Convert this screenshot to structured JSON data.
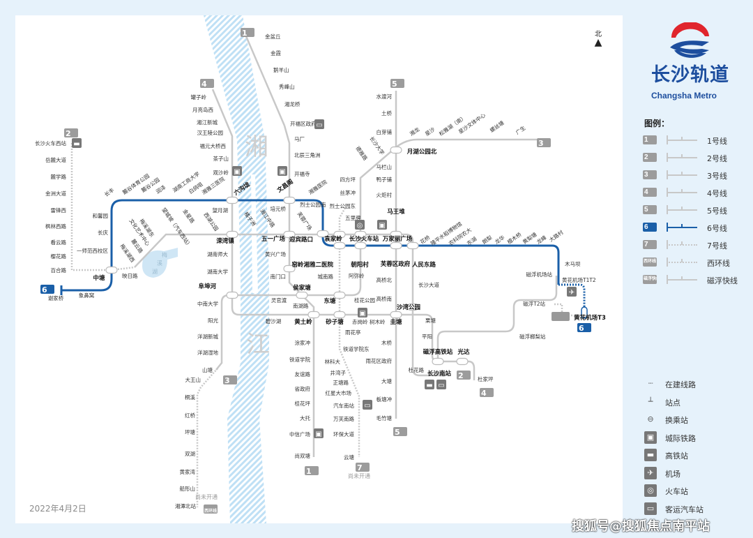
{
  "brand": {
    "name_cn": "长沙轨道",
    "name_en": "Changsha Metro",
    "colors": {
      "logo_red": "#e0252c",
      "logo_blue": "#1d4e9e"
    }
  },
  "map": {
    "date": "2022年4月2日",
    "north": "北",
    "river_chars": [
      "湘",
      "江"
    ],
    "lake_chars": [
      "梅",
      "溪",
      "湖"
    ],
    "not_open": "尚未开通",
    "colors": {
      "line6": "#1a5fa8",
      "other_lines": "#c8c8c8",
      "river": "#bfe0f5"
    },
    "badges": [
      {
        "line": "1",
        "label": "1号线"
      },
      {
        "line": "1",
        "label": "1号线"
      },
      {
        "line": "2",
        "label": "2号线"
      },
      {
        "line": "2",
        "label": "2号线"
      },
      {
        "line": "3",
        "label": "3号线"
      },
      {
        "line": "3",
        "label": "3号线"
      },
      {
        "line": "4",
        "label": "4号线"
      },
      {
        "line": "4",
        "label": "4号线"
      },
      {
        "line": "5",
        "label": "5号线"
      },
      {
        "line": "5",
        "label": "5号线"
      },
      {
        "line": "6",
        "label": "6号线"
      },
      {
        "line": "6",
        "label": "6号线"
      },
      {
        "line": "7",
        "label": "7号线"
      },
      {
        "line": "西环线",
        "label": "西环线"
      },
      {
        "line": "磁浮快线",
        "label": "磁浮快线"
      }
    ],
    "stations": {
      "line1": [
        "金盆丘",
        "金霞",
        "鹅羊山",
        "秀峰山",
        "湘龙桥",
        "开福区政府",
        "马厂",
        "北辰三角洲",
        "开福寺",
        "文昌阁",
        "培元桥",
        "五一广场",
        "黄兴广场",
        "南门口",
        "侯家塘",
        "南湖路",
        "黄土岭",
        "涂家冲",
        "铁道学院",
        "友谊路",
        "省政府",
        "桂花坪",
        "大托",
        "中信广场",
        "尚双塘"
      ],
      "line2": [
        "长沙火车西站",
        "岳麓大道",
        "麓学路",
        "金洲大道",
        "雷锋西",
        "枫林西路",
        "看云路",
        "樱花路",
        "百合路",
        "梅溪湖西",
        "麓云路",
        "文化艺术中心",
        "梅溪湖东",
        "望城坡（汽车西站）",
        "金星路",
        "西湖公园",
        "溁湾镇",
        "橘子洲",
        "湘江中路",
        "芙蓉广场",
        "迎宾路口",
        "袁家岭",
        "长沙火车站",
        "万家丽广场",
        "长沙大道",
        "沙湾公园",
        "栗塘",
        "平阳",
        "磁浮高铁站",
        "光达",
        "映日路"
      ],
      "line3": [
        "山塘",
        "洋湖湿地",
        "洋湖新城",
        "阳光",
        "中南大学",
        "阜埠河",
        "灵官渡",
        "东塘",
        "桂花公园",
        "阿弥岭",
        "城南路",
        "五里牌",
        "烈士公园东",
        "丝茅冲",
        "四方坪",
        "德雅路",
        "长沙大学",
        "月湖公园北",
        "湘龙",
        "星沙",
        "松雅湖（南）",
        "星沙文体中心",
        "螺丝塘",
        "广生"
      ],
      "line4": [
        "罐子岭",
        "月亮岛西",
        "湘江新城",
        "汉王陵公园",
        "福元大桥西",
        "茶子山",
        "观沙岭",
        "望月湖",
        "湖南师大",
        "湖南大学",
        "碧沙湖",
        "砂子塘",
        "赤岗岭",
        "树木岭",
        "圭塘",
        "杜花路",
        "长沙南站",
        "杜家坪"
      ],
      "line5": [
        "水渡河",
        "土桥",
        "白芽铺",
        "马栏山",
        "鸭子铺",
        "火炬村",
        "马王堆",
        "芙蓉区政府",
        "高桥北",
        "高桥南",
        "木桥",
        "雨花区政府",
        "大塘",
        "板塘冲",
        "毛竹塘"
      ],
      "line6": [
        "谢家桥",
        "象鼻窝",
        "中塘",
        "一师范西校区",
        "长庆",
        "和馨园",
        "长丰",
        "麓谷体育公园",
        "麓谷公园",
        "润泽",
        "湖南工商大学",
        "白鸽咀",
        "湘雅三医院",
        "六沟垅",
        "湘雅医院",
        "烈士公园南",
        "窑岭湘雅二医院",
        "朝阳村",
        "人民东路",
        "花桥",
        "隆平水稻博物馆",
        "农科院农大",
        "东湖",
        "朗梨",
        "龙华",
        "檀木桥",
        "黄梨塘",
        "龙峰",
        "大路村",
        "木马坝",
        "黄花机场T1T2",
        "黄花机场T3"
      ],
      "line7": [
        "雨花亭",
        "铁道学院东",
        "林科大",
        "井湾子",
        "正塘路",
        "红星大市场",
        "汽车南站",
        "万芙南路",
        "环保大道",
        "云塘"
      ],
      "west_ring": [
        "大王山",
        "桐溪",
        "红桥",
        "坪塘",
        "双湖",
        "黄家湾",
        "船形山",
        "湘潭北站"
      ],
      "maglev": [
        "磁浮机场站",
        "磁浮T2站",
        "磁浮榔梨站"
      ]
    }
  },
  "legend": {
    "title": "图例：",
    "lines": [
      {
        "badge": "1",
        "label": "1号线",
        "style": "solid",
        "color": "#c8c8c8"
      },
      {
        "badge": "2",
        "label": "2号线",
        "style": "solid",
        "color": "#c8c8c8"
      },
      {
        "badge": "3",
        "label": "3号线",
        "style": "solid",
        "color": "#c8c8c8"
      },
      {
        "badge": "4",
        "label": "4号线",
        "style": "solid",
        "color": "#c8c8c8"
      },
      {
        "badge": "5",
        "label": "5号线",
        "style": "solid",
        "color": "#c8c8c8"
      },
      {
        "badge": "6",
        "label": "6号线",
        "style": "solid",
        "color": "#1a5fa8"
      },
      {
        "badge": "7",
        "label": "7号线",
        "style": "dotted",
        "color": "#c8c8c8"
      },
      {
        "badge": "西环线",
        "label": "西环线",
        "style": "dotted",
        "color": "#c8c8c8"
      },
      {
        "badge": "磁浮快线",
        "label": "磁浮快线",
        "style": "solid",
        "color": "#c8c8c8"
      }
    ],
    "symbols": [
      {
        "icon": "dotted-line-icon",
        "glyph": "┈",
        "label": "在建线路"
      },
      {
        "icon": "station-tick-icon",
        "glyph": "┴",
        "label": "站点"
      },
      {
        "icon": "interchange-icon",
        "glyph": "⊖",
        "label": "换乘站"
      },
      {
        "icon": "intercity-rail-icon",
        "glyph": "▣",
        "label": "城际铁路"
      },
      {
        "icon": "high-speed-rail-icon",
        "glyph": "▬",
        "label": "高铁站"
      },
      {
        "icon": "airport-icon",
        "glyph": "✈",
        "label": "机场"
      },
      {
        "icon": "railway-station-icon",
        "glyph": "◎",
        "label": "火车站"
      },
      {
        "icon": "bus-station-icon",
        "glyph": "▭",
        "label": "客运汽车站"
      }
    ]
  },
  "watermark": "搜狐号@搜狐焦点南平站"
}
